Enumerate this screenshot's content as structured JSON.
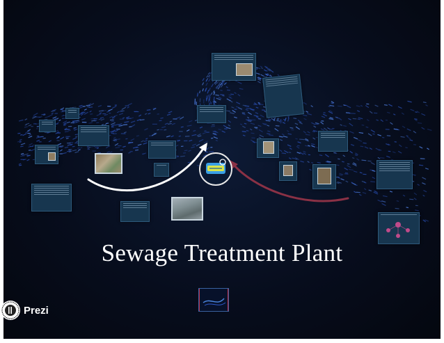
{
  "presentation": {
    "title": "Sewage Treatment Plant"
  },
  "branding": {
    "logo_text": "Prezi",
    "logo_icon": "prezi-logo-icon"
  },
  "center_badge": {
    "icon": "project-logo-badge"
  },
  "colors": {
    "background": "#070d1d",
    "card": "#17364f",
    "wave_dots": "#2f59c9",
    "arrow_white": "#ffffff",
    "arrow_red": "#8a3145"
  }
}
